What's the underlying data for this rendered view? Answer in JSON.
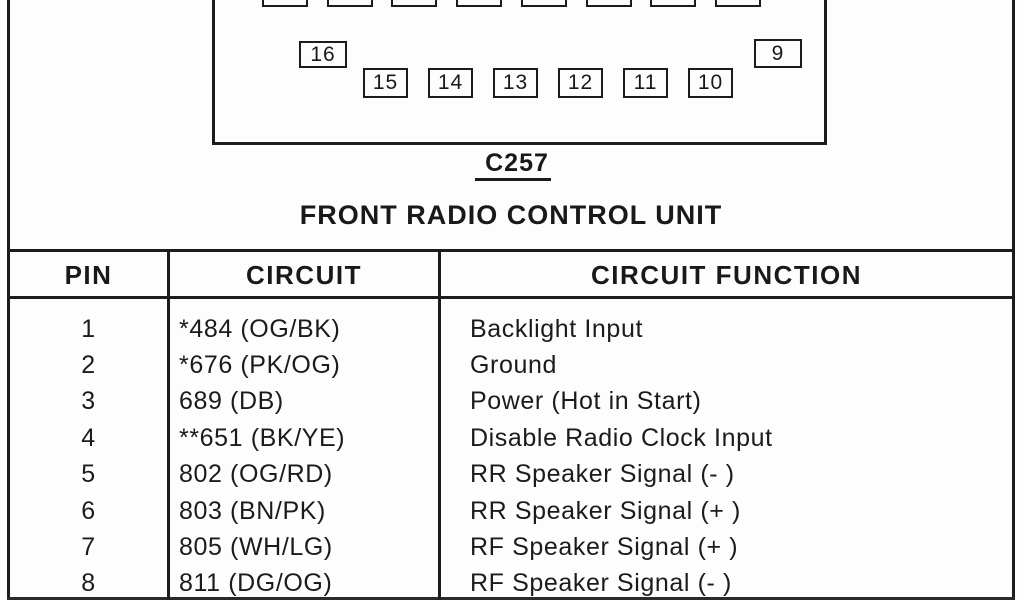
{
  "colors": {
    "background": "#fdfdfd",
    "line": "#1c1c1c",
    "text": "#191919"
  },
  "connector": {
    "id_label": "C257",
    "title": "FRONT RADIO CONTROL UNIT",
    "top_row_boxes": [
      "",
      "",
      "",
      "",
      "",
      "",
      "",
      ""
    ],
    "pin_left": "16",
    "pin_right": "9",
    "middle_row_pins": [
      "15",
      "14",
      "13",
      "12",
      "11",
      "10"
    ]
  },
  "table": {
    "headers": [
      "PIN",
      "CIRCUIT",
      "CIRCUIT FUNCTION"
    ],
    "rows": [
      {
        "pin": "1",
        "circuit": "*484 (OG/BK)",
        "function": "Backlight Input"
      },
      {
        "pin": "2",
        "circuit": "*676 (PK/OG)",
        "function": "Ground"
      },
      {
        "pin": "3",
        "circuit": "689 (DB)",
        "function": "Power (Hot in Start)"
      },
      {
        "pin": "4",
        "circuit": "**651 (BK/YE)",
        "function": "Disable Radio Clock Input"
      },
      {
        "pin": "5",
        "circuit": "802 (OG/RD)",
        "function": "RR Speaker Signal (- )"
      },
      {
        "pin": "6",
        "circuit": "803 (BN/PK)",
        "function": "RR Speaker Signal (+ )"
      },
      {
        "pin": "7",
        "circuit": "805 (WH/LG)",
        "function": "RF Speaker Signal (+ )"
      },
      {
        "pin": "8",
        "circuit": "811 (DG/OG)",
        "function": "RF Speaker Signal (- )"
      }
    ]
  }
}
